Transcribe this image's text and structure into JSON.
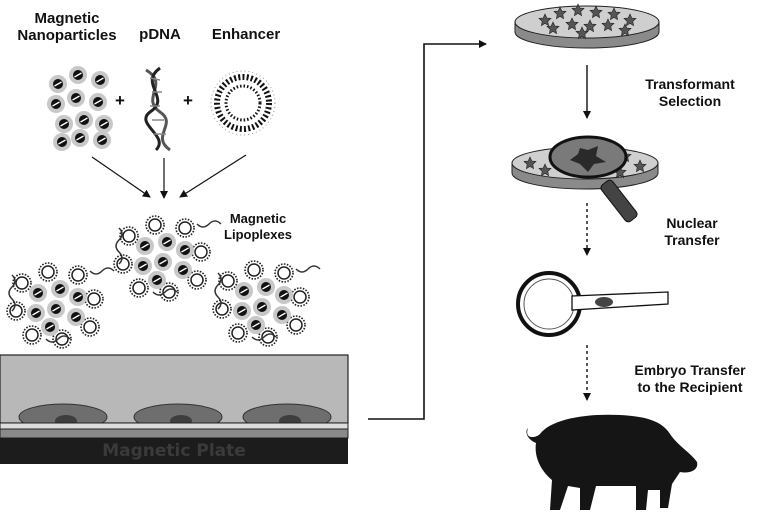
{
  "labels": {
    "magnetic_nanoparticles": [
      "Magnetic",
      "Nanoparticles"
    ],
    "pdna": "pDNA",
    "enhancer": "Enhancer",
    "magnetic_lipoplexes": [
      "Magnetic",
      "Lipoplexes"
    ],
    "magnetic_plate": "Magnetic Plate",
    "transformant_selection": [
      "Transformant",
      "Selection"
    ],
    "nuclear_transfer": [
      "Nuclear",
      "Transfer"
    ],
    "embryo_transfer": [
      "Embryo Transfer",
      "to the Recipient"
    ],
    "plus": "+"
  },
  "colors": {
    "ink": "#111111",
    "particle_gray": "#c8c8c8",
    "medium_gray": "#b8b8b8",
    "cell_gray": "#6e6e6e",
    "plate_dark": "#1c1c1c",
    "pig_black": "#151515"
  }
}
